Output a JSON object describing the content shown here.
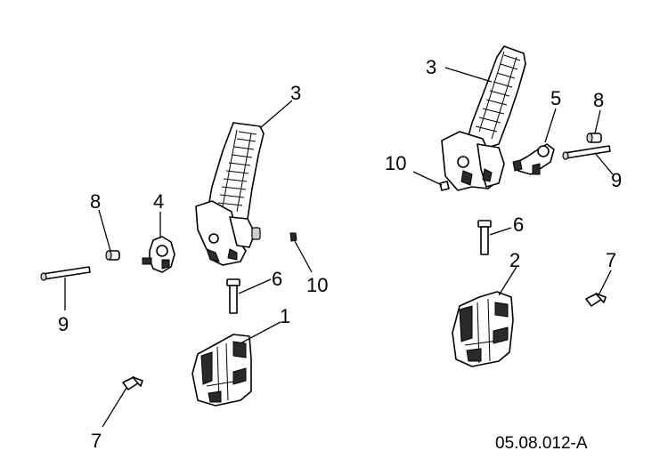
{
  "callouts": {
    "left": {
      "n1": "1",
      "n3": "3",
      "n4": "4",
      "n6": "6",
      "n7": "7",
      "n8": "8",
      "n9": "9",
      "n10": "10"
    },
    "right": {
      "n2": "2",
      "n3": "3",
      "n5": "5",
      "n6": "6",
      "n7": "7",
      "n8": "8",
      "n9": "9",
      "n10": "10"
    }
  },
  "reference_code": "05.08.012-A"
}
